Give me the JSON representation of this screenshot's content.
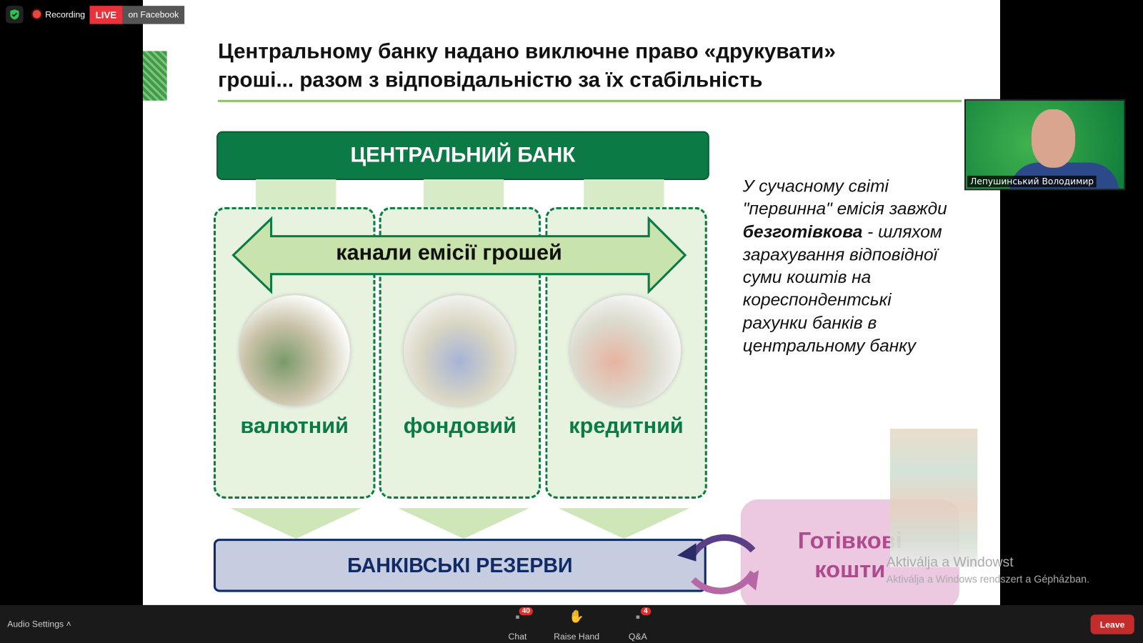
{
  "topbar": {
    "recording": "Recording",
    "live": "LIVE",
    "live_target": "on Facebook"
  },
  "slide": {
    "title_line1": "Центральному банку надано виключне право «друкувати»",
    "title_line2": "гроші... разом з відповідальністю за їх стабільність",
    "central_bank": "ЦЕНТРАЛЬНИЙ БАНК",
    "channels": "канали емісії грошей",
    "columns": [
      {
        "label": "валютний"
      },
      {
        "label": "фондовий"
      },
      {
        "label": "кредитний"
      }
    ],
    "reserves": "БАНКІВСЬКІ РЕЗЕРВИ",
    "cash_line1": "Готівкові",
    "cash_line2": "кошти",
    "note": {
      "line1": "У сучасному світі",
      "line2": "\"первинна\" емісія завжди",
      "bold": "безготівкова",
      "line3_rest": " - шляхом",
      "line4": "зарахування відповідної",
      "line5": "суми коштів на",
      "line6": "кореспондентські",
      "line7": "рахунки банків в",
      "line8": "центральному банку"
    }
  },
  "watermark": {
    "line1": "Aktiválja a Windowst",
    "line2": "Aktiválja a Windows rendszert a Gépházban."
  },
  "video": {
    "name": "Лепушинський Володимир"
  },
  "bottombar": {
    "audio": "Audio Settings",
    "chat": "Chat",
    "chat_badge": "40",
    "raise": "Raise Hand",
    "qa": "Q&A",
    "qa_badge": "4",
    "leave": "Leave"
  }
}
